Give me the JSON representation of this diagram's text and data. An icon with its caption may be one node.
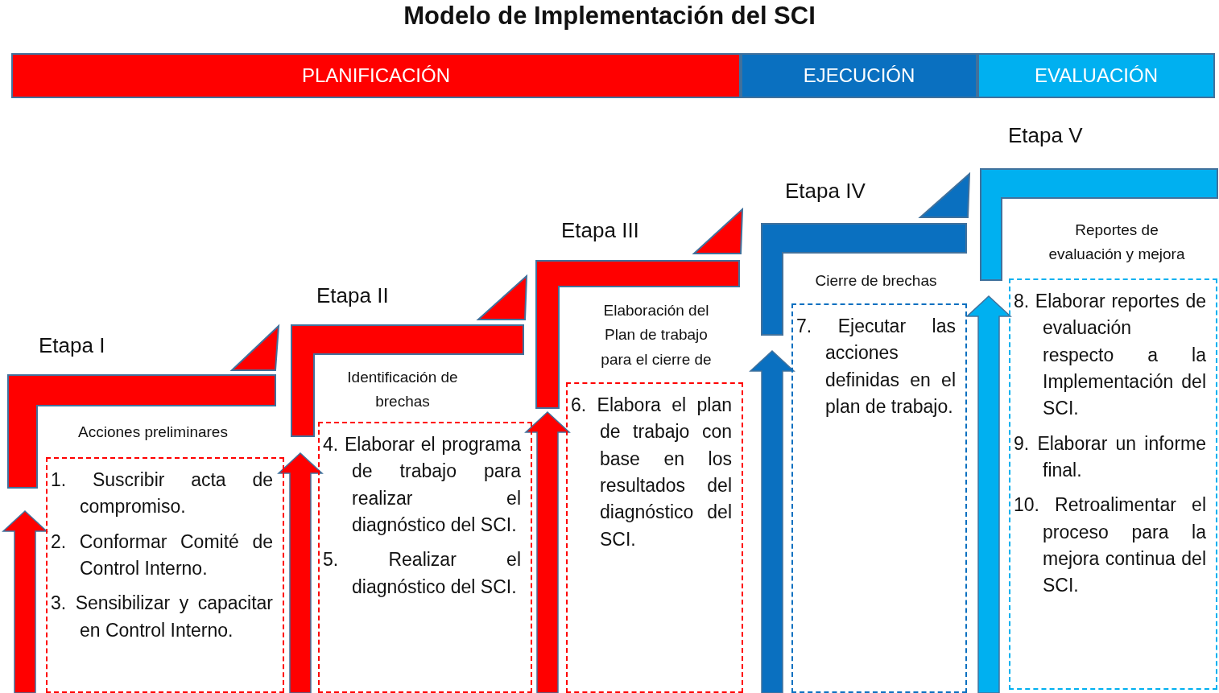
{
  "diagram": {
    "title": "Modelo de Implementación del SCI",
    "nodes": [
      {
        "text": [
          "PLANIFICACIÓN"
        ]
      },
      {
        "text": [
          "EJECUCIÓN"
        ]
      },
      {
        "text": [
          "EVALUACIÓN"
        ]
      },
      {
        "text": [
          "Etapa I",
          "Acciones preliminares"
        ]
      },
      {
        "text": [
          "1. Suscribir acta de compromiso.",
          "2. Conformar Comité de Control Interno.",
          "3. Sensibilizar y capacitar en Control Interno."
        ]
      },
      {
        "text": [
          "Etapa II",
          "Identificación de brechas"
        ]
      },
      {
        "text": [
          "4. Elaborar el programa de trabajo para realizar el diagnóstico del SCI.",
          "5. Realizar el diagnóstico del SCI."
        ]
      },
      {
        "text": [
          "Etapa III",
          "Elaboración del Plan de trabajo para el cierre de"
        ]
      },
      {
        "text": [
          "6. Elabora el plan de trabajo con base en los resultados del diagnóstico del SCI."
        ]
      },
      {
        "text": [
          "Etapa IV",
          "Cierre de brechas"
        ]
      },
      {
        "text": [
          "7. Ejecutar las acciones definidas en el plan de trabajo."
        ]
      },
      {
        "text": [
          "Etapa V",
          "Reportes de evaluación y mejora"
        ]
      },
      {
        "text": [
          "8. Elaborar reportes de evaluación respecto a la Implementación del SCI.",
          "9. Elaborar un informe final.",
          "10. Retroalimentar el proceso para la mejora continua del SCI."
        ]
      }
    ],
    "edges": [
      {
        "from": null,
        "to": 3,
        "arrow": "to"
      },
      {
        "from": null,
        "to": 5,
        "arrow": "to"
      },
      {
        "from": null,
        "to": 7,
        "arrow": "to"
      },
      {
        "from": null,
        "to": 9,
        "arrow": "to"
      },
      {
        "from": null,
        "to": 11,
        "arrow": "to"
      }
    ]
  }
}
